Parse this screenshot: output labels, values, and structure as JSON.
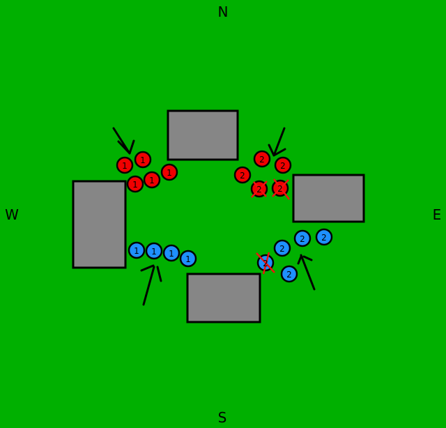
{
  "compass": {
    "north": "N",
    "south": "S",
    "west": "W",
    "east": "E"
  },
  "colors": {
    "field": "#00b000",
    "building": "#868686",
    "red_team": "#f00000",
    "blue_team": "#1e90ff",
    "casualty_mark": "#f01010"
  },
  "units": {
    "red_1": [
      "1",
      "1",
      "1",
      "1",
      "1"
    ],
    "red_2": [
      "2",
      "2",
      "2",
      "2",
      "2"
    ],
    "blue_1": [
      "1",
      "1",
      "1",
      "1"
    ],
    "blue_2": [
      "2",
      "2",
      "2",
      "2",
      "2"
    ]
  }
}
